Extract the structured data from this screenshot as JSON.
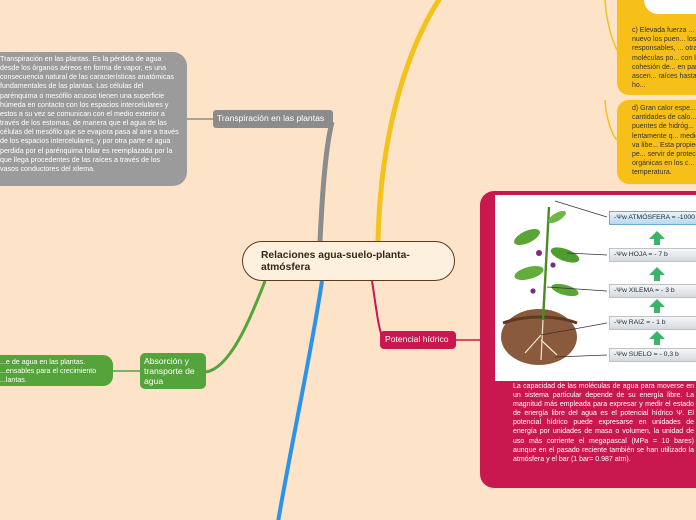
{
  "central": {
    "title": "Relaciones agua-suelo-planta-atmósfera"
  },
  "topics": {
    "transpiracion": {
      "label": "Transpiración en las plantas",
      "note": "Transpiración en las plantas. Es la pérdida de agua desde los órganos aéreos en forma de vapor, es una consecuencia natural de las características anatómicas fundamentales de las plantas. Las células del parénquima o mesófilo acuoso tienen una superficie húmeda en contacto con los espacios intercelulares y estos a su vez se comunican con el medio exterior a través de los estomas, de manera que el agua de las células del mesófilo que se evapora pasa al aire a través de los espacios intercelulares, y por otra parte el agua perdida por el parénquima foliar es reemplazada por la que llega procedentes de las raíces a través de los vasos conductores del xilema."
    },
    "absorcion": {
      "label": "Absorción y transporte de agua",
      "note": "...e de agua en las plantas. ...ensables para el crecimiento ...lantas."
    },
    "potencial": {
      "label": "Potencial hídrico",
      "note": "La capacidad de las moléculas de agua para moverse en un sistema particular depende de su energía libre. La magnitud más empleada para expresar y medir el estado de energía libre del agua es el potencial hídrico Ψ. El potencial hídrico puede expresarse en unidades de energía por unidades de masa o volumen, la unidad de uso más corriente el megapascal (MPa = 10 bares) aunque en el pasado reciente también se han utilizado la atmósfera y el bar (1 bar= 0.987 atm).",
      "figure_labels": {
        "atmosfera": "-Ψw ATMÓSFERA = -1000",
        "hoja": "-Ψw HOJA = - 7 b",
        "xilema": "-Ψw XILEMA = - 3 b",
        "raiz": "-Ψw RAIZ = - 1 b",
        "suelo": "-Ψw SUELO = - 0,3 b"
      }
    },
    "propiedades": {
      "item_c": "c) Elevada fuerza ... De nuevo los puen... los responsables, ... otras moléculas po... con la cohesión de... en parte, la ascen... raíces hasta las ho...",
      "item_d": "d) Gran calor espe... cantidades de calo... puentes de hidróg... más lentamente q... medida que va libe... Esta propiedad pe... servir de protecció... orgánicas en los c... temperatura."
    }
  },
  "colors": {
    "background": "#fde3c8",
    "transpiracion": "#8c8c8c",
    "absorcion": "#55a33b",
    "potencial": "#c9174f",
    "propiedades": "#f7c018",
    "blue_branch": "#2c93e8",
    "central_border": "#5c3a1c"
  }
}
